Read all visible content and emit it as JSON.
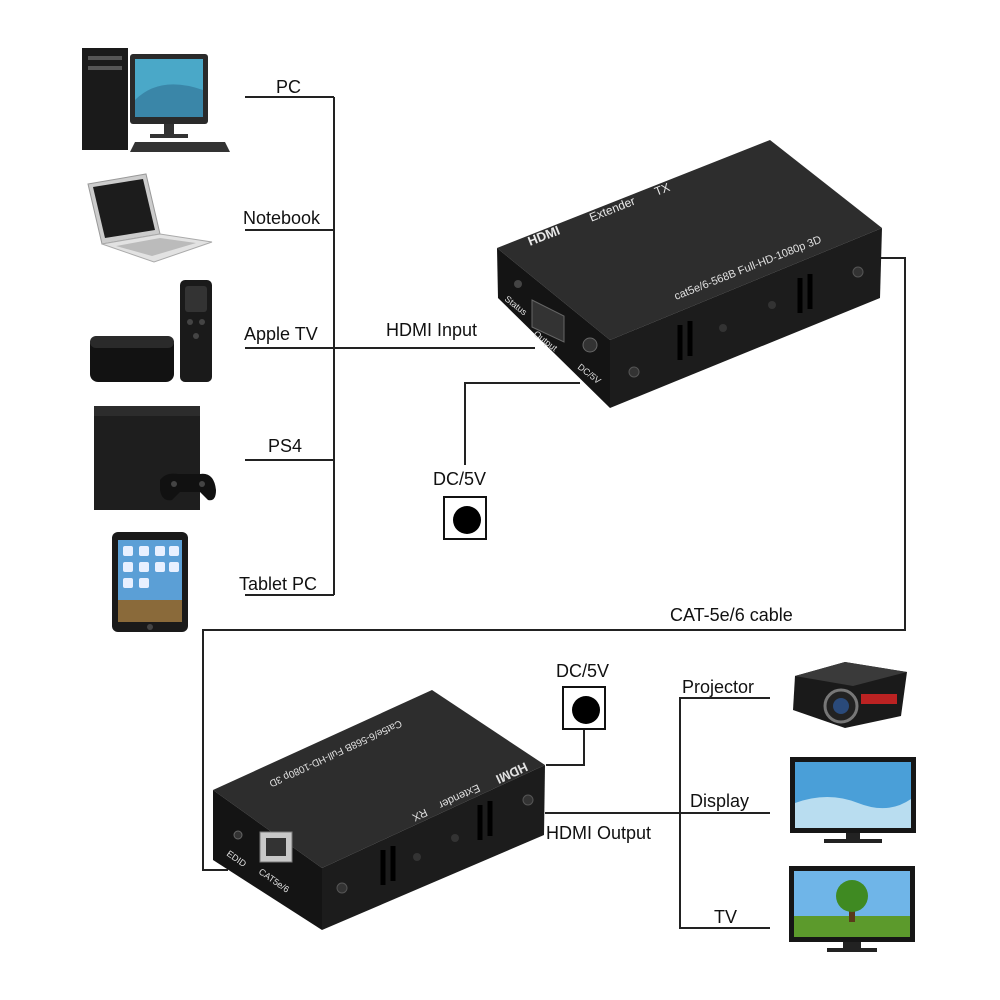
{
  "sources": {
    "pc": "PC",
    "notebook": "Notebook",
    "apple_tv": "Apple TV",
    "ps4": "PS4",
    "tablet_pc": "Tablet PC"
  },
  "tx": {
    "hdmi_input_label": "HDMI Input",
    "dc_label": "DC/5V",
    "device_logo": "HDMI",
    "device_title": "Extender",
    "device_role": "TX",
    "device_spec": "cat5e/6-568B Full-HD-1080p 3D",
    "port_status": "Status",
    "port_output": "Output",
    "port_dc": "DC/5V"
  },
  "cable_label": "CAT-5e/6 cable",
  "rx": {
    "hdmi_output_label": "HDMI Output",
    "dc_label": "DC/5V",
    "device_logo": "HDMI",
    "device_title": "Extender",
    "device_role": "RX",
    "device_spec": "Cat5e/6-568B Full-HD-1080p 3D",
    "port_edid": "EDID",
    "port_cat": "CAT5e/6"
  },
  "outputs": {
    "projector": "Projector",
    "display": "Display",
    "tv": "TV"
  }
}
